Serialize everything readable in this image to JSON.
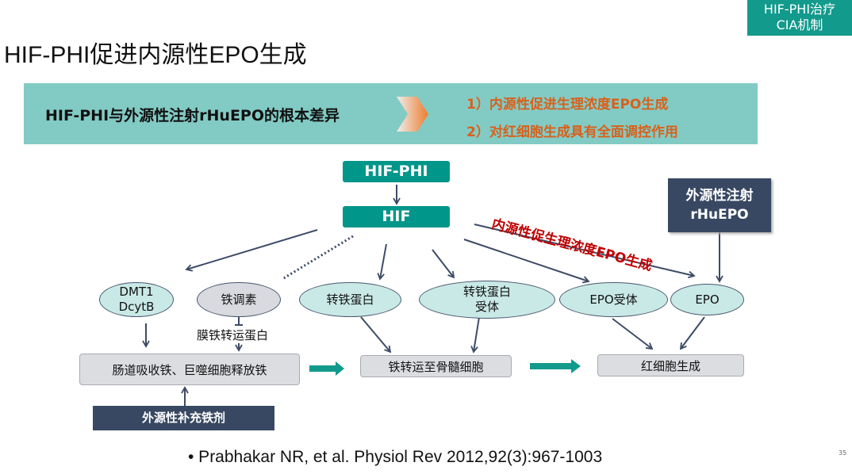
{
  "badge": {
    "line1": "HIF-PHI治疗",
    "line2": "CIA机制"
  },
  "title": "HIF-PHI促进内源性EPO生成",
  "banner": {
    "left": "HIF-PHI与外源性注射rHuEPO的根本差异",
    "point1": "1）内源性促进生理浓度EPO生成",
    "point2": "2）对红细胞生成具有全面调控作用"
  },
  "diagram": {
    "hif_phi": "HIF-PHI",
    "hif": "HIF",
    "red_label": "内源性促生理浓度EPO生成",
    "exo_epo": {
      "line1": "外源性注射",
      "line2": "rHuEPO"
    },
    "nodes": {
      "dmt1_l1": "DMT1",
      "dmt1_l2": "DcytB",
      "hepcidin": "铁调素",
      "transferrin": "转铁蛋白",
      "tfr_l1": "转铁蛋白",
      "tfr_l2": "受体",
      "epo_receptor": "EPO受体",
      "epo": "EPO"
    },
    "ferroportin": "膜铁转运蛋白",
    "gut_iron": "肠道吸收铁、巨噬细胞释放铁",
    "iron_transport": "铁转运至骨髓细胞",
    "erythropoiesis": "红细胞生成",
    "exo_iron": "外源性补充铁剂"
  },
  "citation": "• Prabhakar NR, et al. Physiol Rev 2012,92(3):967-1003",
  "page_number": "35"
}
